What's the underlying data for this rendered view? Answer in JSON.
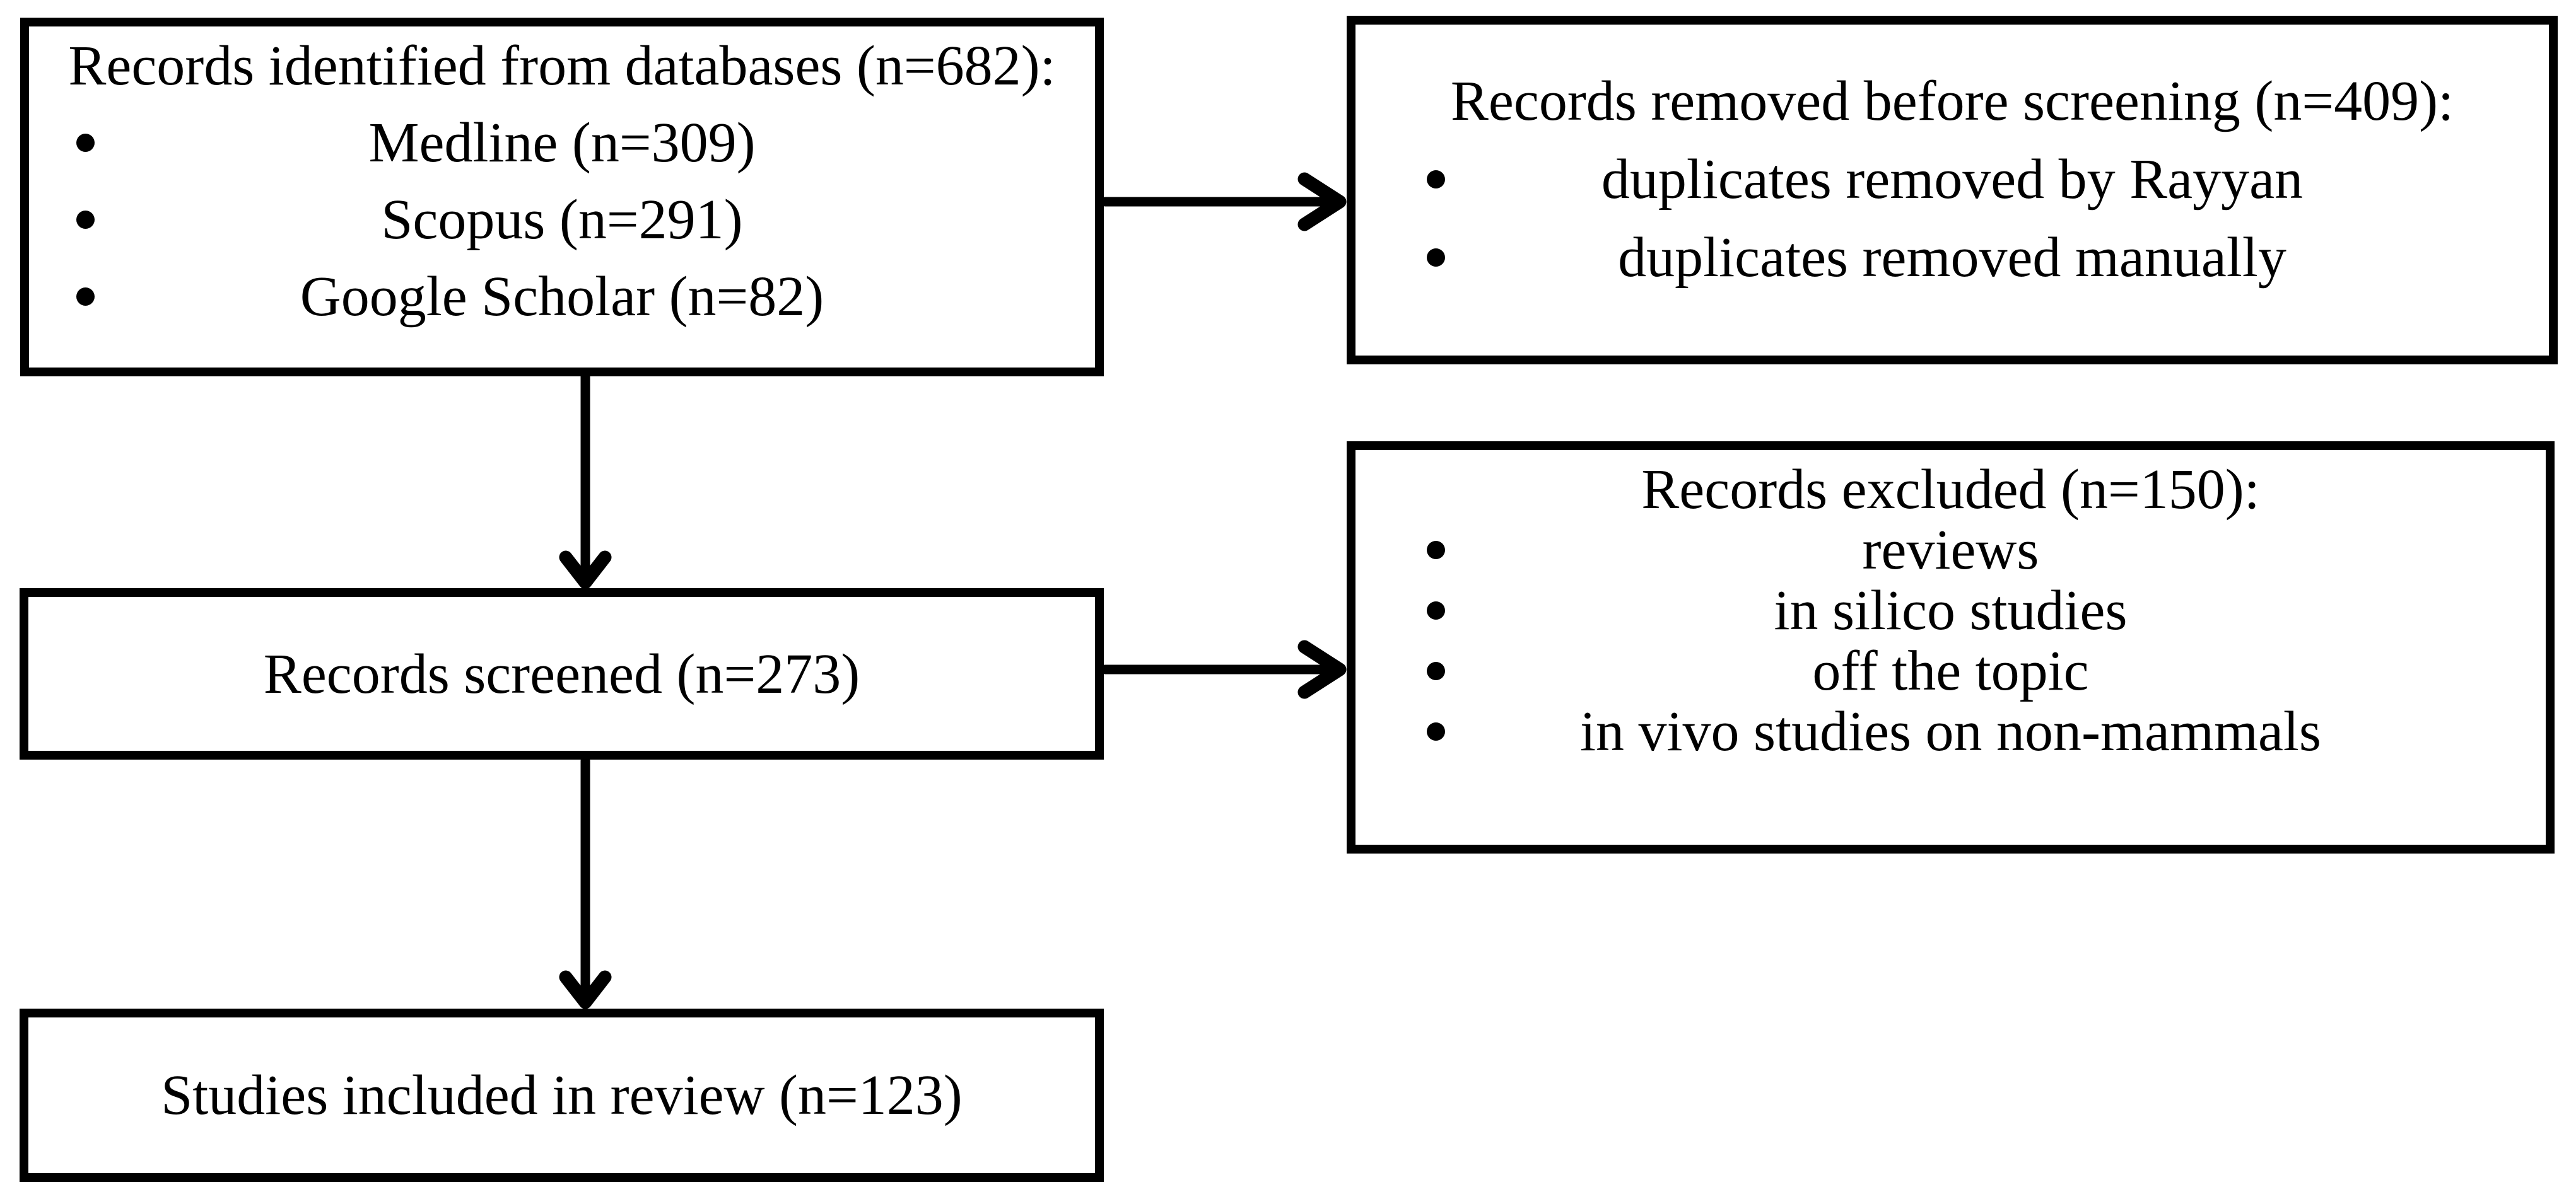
{
  "boxes": {
    "identified": {
      "title": "Records identified from databases (n=682):",
      "bullets": [
        "Medline (n=309)",
        "Scopus (n=291)",
        "Google Scholar (n=82)"
      ]
    },
    "removed": {
      "title": "Records removed before screening (n=409):",
      "bullets": [
        "duplicates removed by Rayyan",
        "duplicates removed manually"
      ]
    },
    "screened": {
      "title": "Records screened (n=273)"
    },
    "excluded": {
      "title": "Records excluded (n=150):",
      "bullets": [
        "reviews",
        "in silico studies",
        "off the topic",
        "in vivo studies on non-mammals"
      ]
    },
    "included": {
      "title": "Studies included in review (n=123)"
    }
  },
  "colors": {
    "line": "#000000",
    "text": "#000000",
    "background": "#ffffff"
  }
}
